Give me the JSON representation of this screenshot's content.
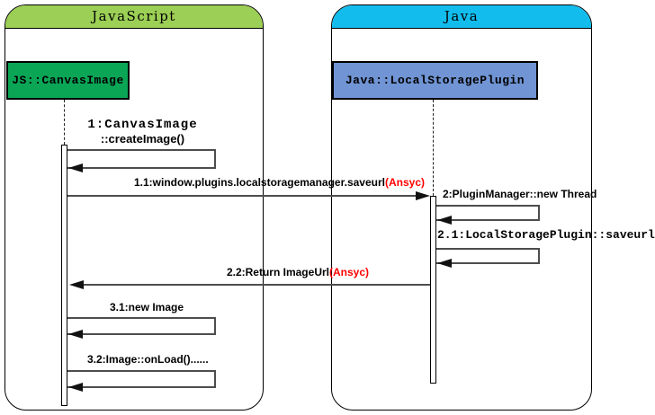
{
  "frames": {
    "javascript": {
      "title": "JavaScript",
      "header_color": "#9ccf55"
    },
    "java": {
      "title": "Java",
      "header_color": "#12bdee"
    }
  },
  "objects": {
    "canvas_image": {
      "label": "JS::CanvasImage",
      "fill": "#0aa656"
    },
    "local_storage_plugin": {
      "label": "Java::LocalStoragePlugin",
      "fill": "#7094d4"
    }
  },
  "messages": {
    "m1": {
      "line1": "1:CanvasImage",
      "line2": "::createImage()"
    },
    "m1_1": {
      "text": "1.1:window.plugins.localstoragemanager.saveurl",
      "async_suffix": "(Ansyc)"
    },
    "m2": {
      "text": "2:PluginManager::new Thread"
    },
    "m2_1": {
      "text": "2.1:LocalStoragePlugin::saveurl"
    },
    "m2_2": {
      "text": "2.2:Return ImageUrl",
      "async_suffix": "(Ansyc)"
    },
    "m3_1": {
      "text": "3.1:new Image"
    },
    "m3_2": {
      "text": "3.2:Image::onLoad()......"
    }
  },
  "colors": {
    "async_text": "#ff0000",
    "message_line": "#4d4d4d",
    "frame_border": "#000000"
  }
}
